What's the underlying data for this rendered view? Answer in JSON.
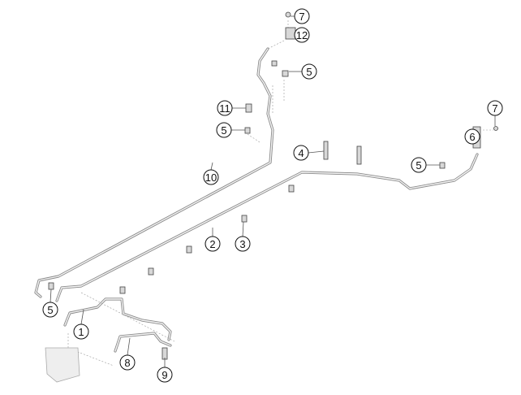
{
  "title": "Brake line parts diagram",
  "callouts": [
    {
      "id": "7-top",
      "label": "7"
    },
    {
      "id": "12",
      "label": "12"
    },
    {
      "id": "5-top",
      "label": "5"
    },
    {
      "id": "11",
      "label": "11"
    },
    {
      "id": "5-mid",
      "label": "5"
    },
    {
      "id": "10",
      "label": "10"
    },
    {
      "id": "4",
      "label": "4"
    },
    {
      "id": "7-right",
      "label": "7"
    },
    {
      "id": "6",
      "label": "6"
    },
    {
      "id": "5-right",
      "label": "5"
    },
    {
      "id": "2",
      "label": "2"
    },
    {
      "id": "3",
      "label": "3"
    },
    {
      "id": "5-left",
      "label": "5"
    },
    {
      "id": "1",
      "label": "1"
    },
    {
      "id": "8",
      "label": "8"
    },
    {
      "id": "9",
      "label": "9"
    }
  ]
}
